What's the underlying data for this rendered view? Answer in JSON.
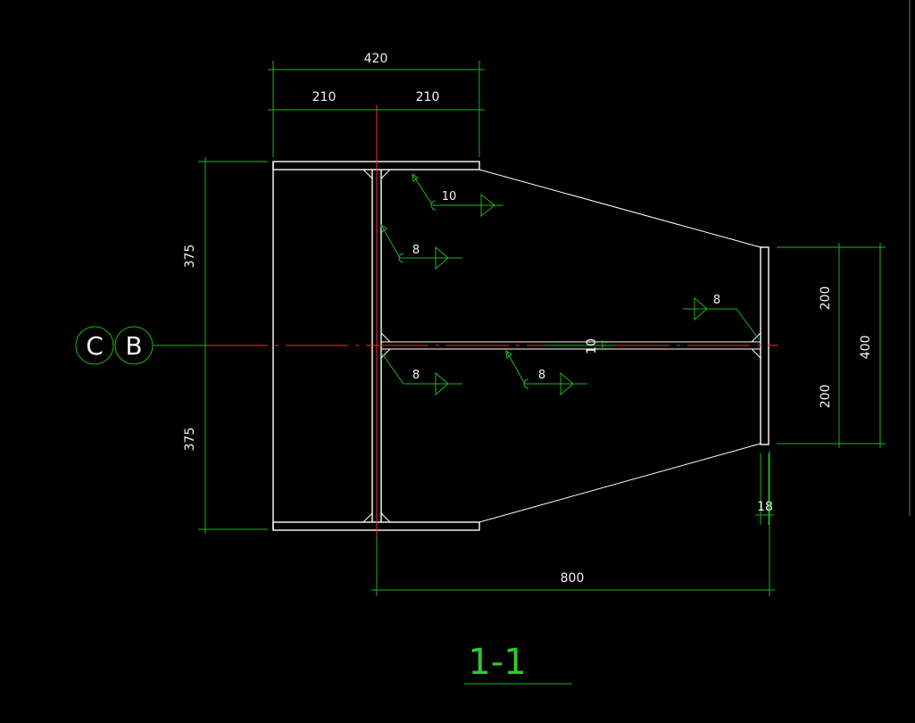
{
  "dimensions": {
    "top_total": "420",
    "top_left": "210",
    "top_right": "210",
    "left_upper": "375",
    "left_lower": "375",
    "right_upper": "200",
    "right_lower": "200",
    "right_total": "400",
    "web_thickness": "10",
    "plate_thickness": "18",
    "length": "800"
  },
  "welds": {
    "top_flange": "10",
    "upper_stiffener": "8",
    "end_plate": "8",
    "lower_stiffener": "8",
    "web": "8"
  },
  "axes": {
    "c": "C",
    "b": "B"
  },
  "section_title": "1-1",
  "colors": {
    "background": "#000000",
    "dimension": "#1eb41e",
    "outline": "#ffffff",
    "centerline": "#ff2a2a"
  }
}
